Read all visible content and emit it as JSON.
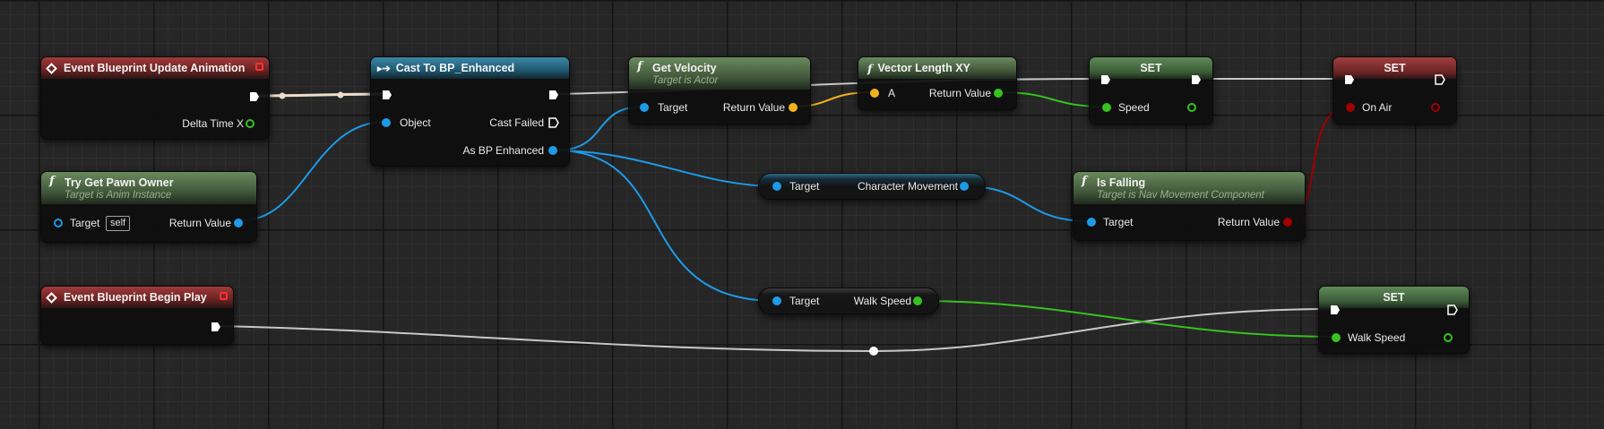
{
  "graph": {
    "event_update": {
      "title": "Event Blueprint Update Animation",
      "pin_delta": "Delta Time X"
    },
    "cast": {
      "title": "Cast To BP_Enhanced",
      "pin_object": "Object",
      "pin_cast_failed": "Cast Failed",
      "pin_as": "As BP Enhanced"
    },
    "get_velocity": {
      "title": "Get Velocity",
      "subtitle": "Target is Actor",
      "pin_target": "Target",
      "pin_return": "Return Value"
    },
    "vector_length": {
      "title": "Vector Length XY",
      "pin_a": "A",
      "pin_return": "Return Value"
    },
    "set_speed": {
      "title": "SET",
      "pin": "Speed"
    },
    "set_on_air": {
      "title": "SET",
      "pin": "On Air"
    },
    "try_get_pawn": {
      "title": "Try Get Pawn Owner",
      "subtitle": "Target is Anim Instance",
      "pin_target": "Target",
      "self_value": "self",
      "pin_return": "Return Value"
    },
    "char_movement": {
      "pin_target": "Target",
      "pin_out": "Character Movement"
    },
    "is_falling": {
      "title": "Is Falling",
      "subtitle": "Target is Nav Movement Component",
      "pin_target": "Target",
      "pin_return": "Return Value"
    },
    "event_begin": {
      "title": "Event Blueprint Begin Play"
    },
    "walk_speed_get": {
      "pin_target": "Target",
      "pin_out": "Walk Speed"
    },
    "set_walk_speed": {
      "title": "SET",
      "pin": "Walk Speed"
    }
  },
  "function_glyph": "f",
  "colors": {
    "exec": "#ffffff",
    "object": "#1c9be8",
    "vector": "#f3b21b",
    "float": "#36c21f",
    "bool": "#a00000",
    "event_header": "#a03a3a",
    "function_header": "#6a8a5e",
    "cast_header": "#3a88a8"
  },
  "icons": {
    "event": "event-diamond-icon",
    "function": "function-icon",
    "exec": "exec-arrow-icon",
    "cast": "cast-arrow-icon",
    "delegate": "delegate-square-icon"
  }
}
